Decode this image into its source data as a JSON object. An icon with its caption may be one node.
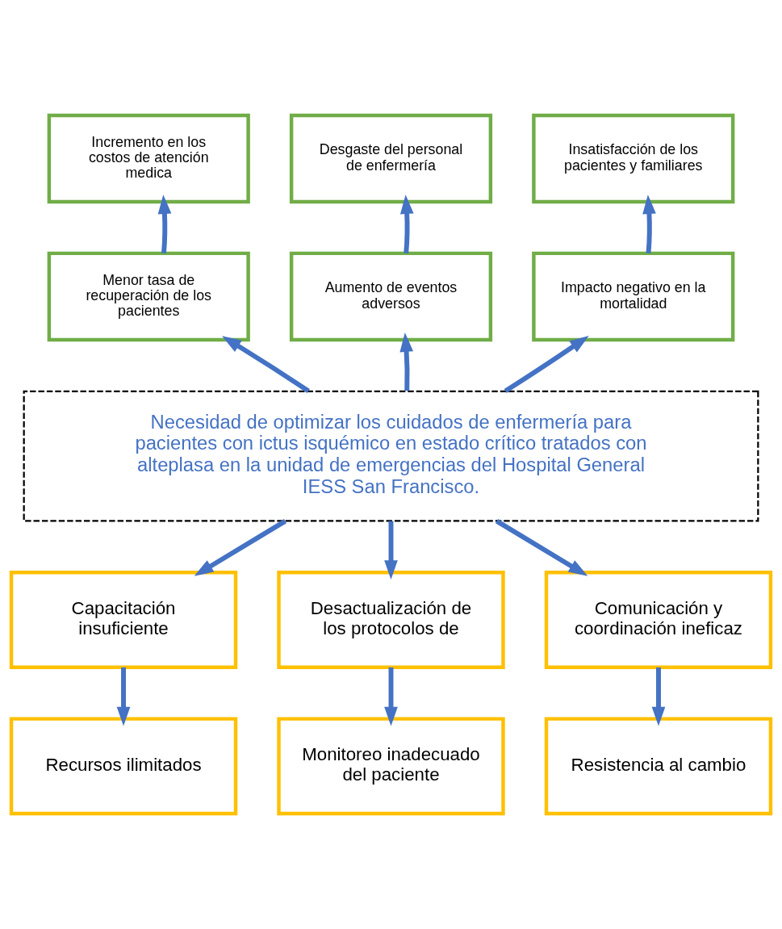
{
  "diagram": {
    "nodes": [
      {
        "text": [
          "Incremento en los costos de atención medica"
        ]
      },
      {
        "text": [
          "Desgaste del personal de enfermería"
        ]
      },
      {
        "text": [
          "Insatisfacción de los pacientes y familiares"
        ]
      },
      {
        "text": [
          "Menor tasa de recuperación de los pacientes"
        ]
      },
      {
        "text": [
          "Aumento de eventos adversos"
        ]
      },
      {
        "text": [
          "Impacto negativo en la mortalidad"
        ]
      },
      {
        "text": [
          "Necesidad de optimizar los cuidados de enfermería para pacientes con ictus isquémico en estado crítico tratados con alteplasa en la unidad de emergencias del Hospital General IESS San Francisco."
        ]
      },
      {
        "text": [
          "Capacitación insuficiente"
        ]
      },
      {
        "text": [
          "Desactualización de los protocolos de"
        ]
      },
      {
        "text": [
          "Comunicación y coordinación ineficaz"
        ]
      },
      {
        "text": [
          "Recursos ilimitados"
        ]
      },
      {
        "text": [
          "Monitoreo inadecuado del paciente"
        ]
      },
      {
        "text": [
          "Resistencia al cambio"
        ]
      }
    ],
    "edges": [
      {
        "from": 3,
        "to": 0,
        "arrow": "to"
      },
      {
        "from": 4,
        "to": 1,
        "arrow": "to"
      },
      {
        "from": 5,
        "to": 2,
        "arrow": "to"
      },
      {
        "from": 6,
        "to": 3,
        "arrow": "to"
      },
      {
        "from": 6,
        "to": 4,
        "arrow": "to"
      },
      {
        "from": 6,
        "to": 5,
        "arrow": "to"
      },
      {
        "from": 6,
        "to": 7,
        "arrow": "to"
      },
      {
        "from": 6,
        "to": 8,
        "arrow": "to"
      },
      {
        "from": 6,
        "to": 9,
        "arrow": "to"
      },
      {
        "from": 7,
        "to": 10,
        "arrow": "to"
      },
      {
        "from": 8,
        "to": 11,
        "arrow": "to"
      },
      {
        "from": 9,
        "to": 12,
        "arrow": "to"
      }
    ]
  }
}
